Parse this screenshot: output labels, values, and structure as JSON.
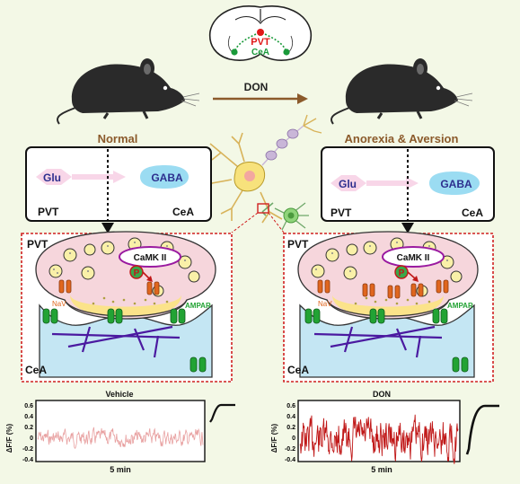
{
  "brain": {
    "label_top": "PVT",
    "label_bottom": "CeA"
  },
  "arrow_label": "DON",
  "left_panel": {
    "title": "Normal",
    "glu": "Glu",
    "gaba": "GABA",
    "pvt": "PVT",
    "cea": "CeA",
    "synapse_pvt": "PVT",
    "synapse_cea": "CeA",
    "camk": "CaMK II",
    "p": "P",
    "nav": "NaV",
    "ampar": "AMPAR",
    "trace": {
      "title": "Vehicle",
      "ylabel": "ΔF/F (%)",
      "ticks": [
        "0.6",
        "0.4",
        "0.2",
        "0",
        "-0.2",
        "-0.4"
      ],
      "scale": "5 min"
    }
  },
  "right_panel": {
    "title": "Anorexia & Aversion",
    "glu": "Glu",
    "gaba": "GABA",
    "pvt": "PVT",
    "cea": "CeA",
    "synapse_pvt": "PVT",
    "synapse_cea": "CeA",
    "camk": "CaMK II",
    "p": "P",
    "nav": "NaV",
    "ampar": "AMPAR",
    "trace": {
      "title": "DON",
      "ylabel": "ΔF/F (%)",
      "ticks": [
        "0.6",
        "0.4",
        "0.2",
        "0",
        "-0.2",
        "-0.4"
      ],
      "scale": "5 min"
    }
  },
  "colors": {
    "background": "#f3f8e6",
    "brown": "#8b5a2b",
    "red_dotted": "#d02020",
    "pvt_green": "#1a9a3a",
    "vehicle_trace": "#e8a0a0",
    "don_trace": "#c01818",
    "terminal_pink": "#f6d6dc",
    "yellow": "#fbe38a",
    "cea_blue": "#c4e6f3",
    "channel_orange": "#e0661e",
    "ampar_green": "#22a334",
    "actin_purple": "#4b1aa0"
  }
}
